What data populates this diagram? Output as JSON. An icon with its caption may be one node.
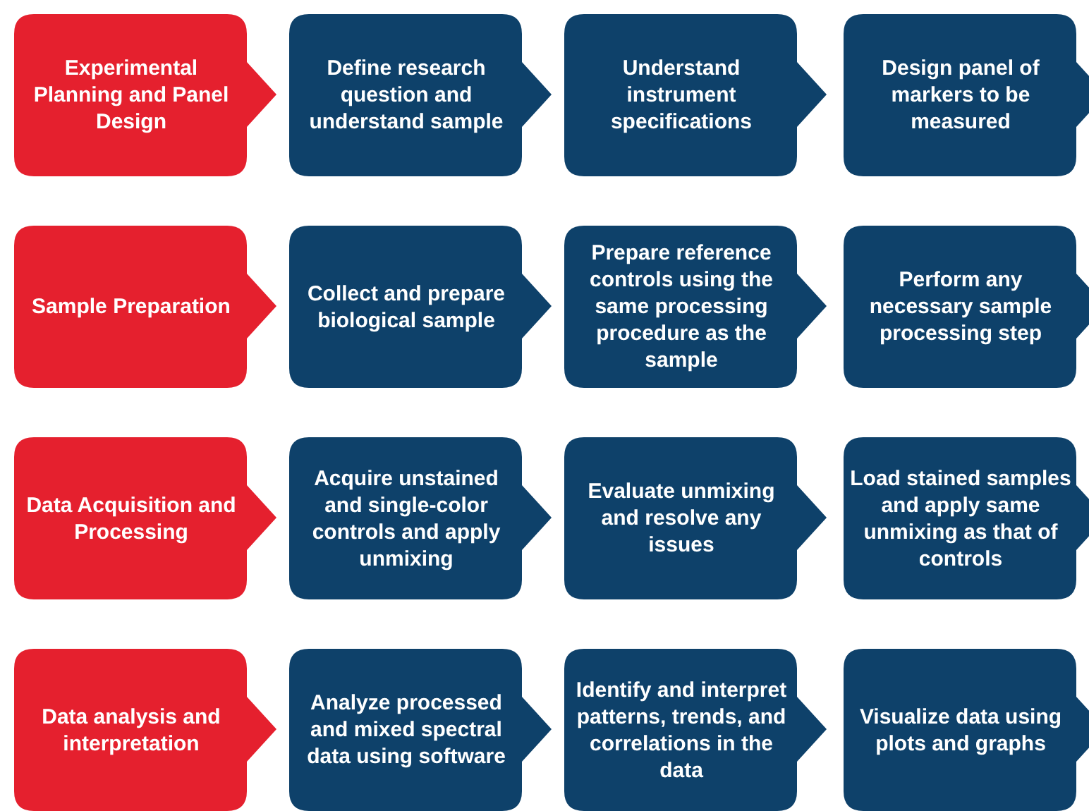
{
  "diagram": {
    "nodes": [
      {
        "text": [
          "Experimental Planning and Panel Design"
        ]
      },
      {
        "text": [
          "Define research question and understand sample"
        ]
      },
      {
        "text": [
          "Understand instrument specifications"
        ]
      },
      {
        "text": [
          "Design panel of markers to be measured"
        ]
      },
      {
        "text": [
          "Sample Preparation"
        ]
      },
      {
        "text": [
          "Collect and prepare biological sample"
        ]
      },
      {
        "text": [
          "Prepare reference controls using the same processing procedure as the sample"
        ]
      },
      {
        "text": [
          "Perform any necessary sample processing step"
        ]
      },
      {
        "text": [
          "Data Acquisition and Processing"
        ]
      },
      {
        "text": [
          "Acquire unstained and single-color controls and apply unmixing"
        ]
      },
      {
        "text": [
          "Evaluate unmixing and resolve any issues"
        ]
      },
      {
        "text": [
          "Load stained samples and apply same unmixing as that of controls"
        ]
      },
      {
        "text": [
          "Data analysis and interpretation"
        ]
      },
      {
        "text": [
          "Analyze processed and mixed spectral data using software"
        ]
      },
      {
        "text": [
          "Identify and interpret patterns, trends, and correlations in the data"
        ]
      },
      {
        "text": [
          "Visualize data using plots and graphs"
        ]
      }
    ]
  }
}
